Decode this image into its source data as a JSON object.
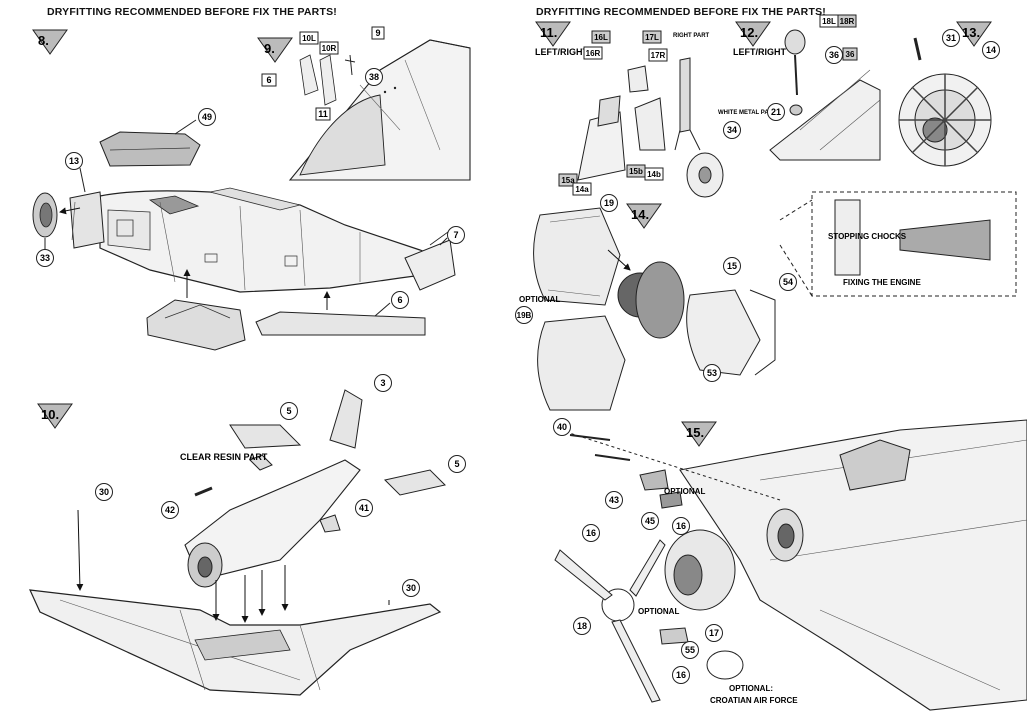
{
  "headers": {
    "left": "DRYFITTING RECOMMENDED BEFORE FIX THE PARTS!",
    "right": "DRYFITTING RECOMMENDED BEFORE FIX THE PARTS!"
  },
  "steps": {
    "s8": "8.",
    "s9": "9.",
    "s10": "10.",
    "s11": "11.",
    "s12": "12.",
    "s13": "13.",
    "s14": "14.",
    "s15": "15."
  },
  "texts": {
    "left_right_11": "LEFT/RIGHT",
    "left_right_12": "LEFT/RIGHT",
    "right_part": "RIGHT PART",
    "white_metal_part": "WHITE METAL PART",
    "stopping_chocks": "STOPPING CHOCKS",
    "fixing_engine": "FIXING THE ENGINE",
    "optional_19b": "OPTIONAL",
    "clear_resin_part": "CLEAR RESIN PART",
    "optional_45": "OPTIONAL",
    "optional_prop": "OPTIONAL",
    "optional_croatian_1": "OPTIONAL:",
    "optional_croatian_2": "CROATIAN AIR FORCE"
  },
  "parts": {
    "p6": "6",
    "p7": "7",
    "p13": "13",
    "p33": "33",
    "p49": "49",
    "p9_6": "6",
    "p9": "9",
    "p10L": "10L",
    "p10R": "10R",
    "p38": "38",
    "p11": "11",
    "p3": "3",
    "p5a": "5",
    "p5b": "5",
    "p30a": "30",
    "p30b": "30",
    "p41": "41",
    "p42": "42",
    "p16L": "16L",
    "p16R": "16R",
    "p17L": "17L",
    "p17R": "17R",
    "p15a": "15a",
    "p14a": "14a",
    "p15b": "15b",
    "p14b": "14b",
    "p34": "34",
    "p18L": "18L",
    "p18R": "18R",
    "p21": "21",
    "p36a": "36",
    "p36b": "36",
    "p31": "31",
    "p14": "14",
    "p19": "19",
    "p19B": "19B",
    "p15": "15",
    "p54": "54",
    "p53": "53",
    "p40": "40",
    "p43": "43",
    "p45": "45",
    "p16a": "16",
    "p16b": "16",
    "p16c": "16",
    "p17": "17",
    "p18": "18",
    "p55": "55"
  }
}
